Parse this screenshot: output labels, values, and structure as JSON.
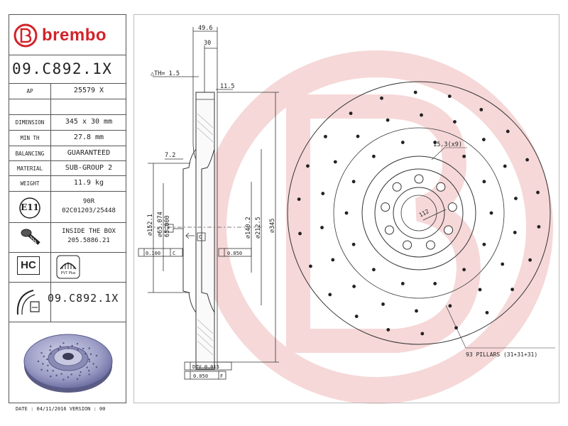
{
  "brand": {
    "name": "brembo",
    "color": "#d2232a"
  },
  "part_number": "09.C892.1X",
  "specs": {
    "ap": {
      "label": "AP",
      "value": "25579 X"
    },
    "dimension": {
      "label": "DIMENSION",
      "value": "345 x 30 mm"
    },
    "min_th": {
      "label": "MIN TH",
      "value": "27.8 mm"
    },
    "balancing": {
      "label": "BALANCING",
      "value": "GUARANTEED"
    },
    "material": {
      "label": "MATERIAL",
      "value": "SUB-GROUP 2"
    },
    "weight": {
      "label": "WEIGHT",
      "value": "11.9 kg"
    }
  },
  "approval": {
    "mark": "E11",
    "line1": "90R",
    "line2": "02C01203/25448"
  },
  "screw": {
    "line1": "INSIDE THE BOX",
    "line2": "205.5886.21"
  },
  "hc_label": "HC",
  "pvt_label": "PVT Plus",
  "footer": {
    "date_text": "DATE : 04/11/2016 VERSION : 00"
  },
  "drawing": {
    "dim_49_6": "49.6",
    "dim_30": "30",
    "dim_th": "△TH= 1.5",
    "dim_11_5": "11.5",
    "dim_7_2": "7.2",
    "dim_152_1": "∅152.1",
    "dim_65_074": "∅65.074",
    "dim_65_000": "65.000",
    "dim_140_2": "∅140.2",
    "dim_212_5": "∅212.5",
    "dim_345": "∅345",
    "datum_f": "F",
    "datum_c": "C",
    "tol_100": "0.100",
    "tol_100_ref": "C",
    "tol_050": "0.050",
    "dtv": "DTV 0.015",
    "runout": "0.050",
    "runout_ref": "F",
    "dim_15_3": "15.3(x9)",
    "dim_112": "112",
    "pillars": "93 PILLARS (31+31+31)"
  },
  "colors": {
    "line": "#333333",
    "watermark": "#f7dada"
  }
}
